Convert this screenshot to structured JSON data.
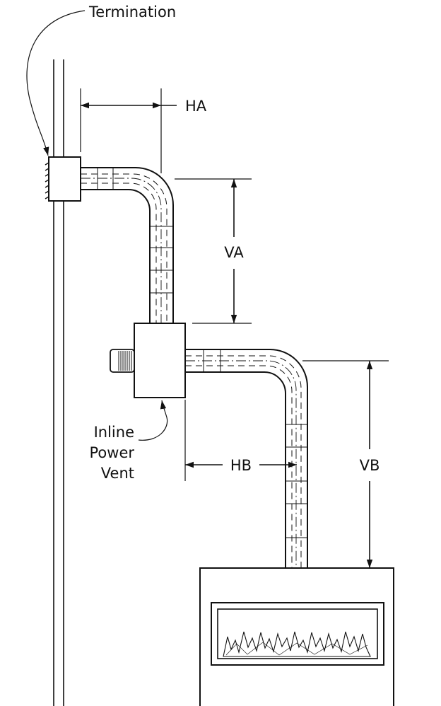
{
  "diagram": {
    "labels": {
      "termination": "Termination",
      "ha": "HA",
      "va": "VA",
      "hb": "HB",
      "vb": "VB",
      "inline_line1": "Inline",
      "inline_line2": "Power",
      "inline_line3": "Vent"
    }
  }
}
